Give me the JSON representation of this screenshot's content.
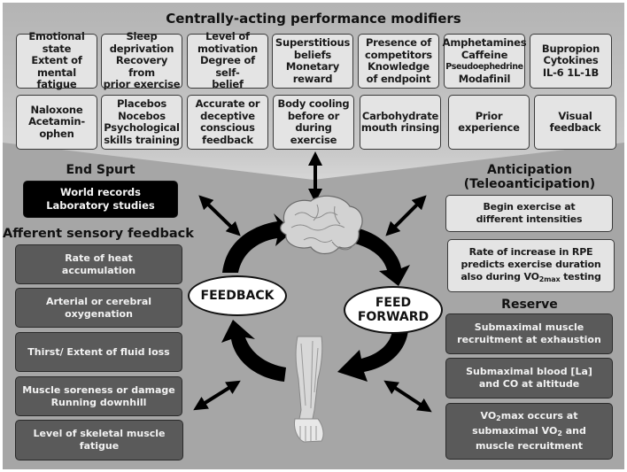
{
  "title": "Centrally-acting performance modifiers",
  "central_modifiers": {
    "row1": [
      "Emotional\nstate\nExtent of\nmental fatigue",
      "Sleep\ndeprivation\nRecovery from\nprior exercise",
      "Level of\nmotivation\nDegree of self-\nbelief",
      "Superstitious\nbeliefs\nMonetary\nreward",
      "Presence of\ncompetitors\nKnowledge\nof endpoint",
      "Amphetamines\nCaffeine",
      "Bupropion\nCytokines\nIL-6   1L-1B"
    ],
    "amphetamines_extra": [
      "Pseudoephedrine",
      "Modafinil"
    ],
    "row2": [
      "Naloxone\nAcetamin-\nophen",
      "Placebos\nNocebos\nPsychological\nskills training",
      "Accurate or\ndeceptive\nconscious\nfeedback",
      "Body cooling\nbefore or\nduring\nexercise",
      "Carbohydrate\nmouth rinsing",
      "Prior\nexperience",
      "Visual\nfeedback"
    ]
  },
  "end_spurt": {
    "heading": "End Spurt",
    "box": "World records\nLaboratory studies"
  },
  "afferent": {
    "heading": "Afferent sensory feedback",
    "items": [
      "Rate of heat\naccumulation",
      "Arterial or cerebral\noxygenation",
      "Thirst/ Extent of fluid loss",
      "Muscle soreness or damage\nRunning downhill",
      "Level of skeletal muscle\nfatigue"
    ]
  },
  "anticipation": {
    "heading": "Anticipation\n(Teleoanticipation)",
    "items": [
      "Begin exercise at\ndifferent intensities"
    ],
    "rpe": {
      "line1": "Rate of increase in RPE",
      "line2": "predicts exercise duration",
      "line3_pre": "also during VO",
      "line3_sub": "2max",
      "line3_post": " testing"
    }
  },
  "reserve": {
    "heading": "Reserve",
    "items": [
      "Submaximal muscle\nrecruitment at exhaustion",
      "Submaximal blood [La]\nand CO at altitude"
    ],
    "vo2": {
      "l1_pre": "VO",
      "l1_sub": "2",
      "l1_post": "max occurs at",
      "l2_pre": "submaximal VO",
      "l2_sub": "2",
      "l2_post": " and",
      "l3": "muscle recruitment"
    }
  },
  "cycle": {
    "feedback_label": "FEEDBACK",
    "feedforward_label": "FEED\nFORWARD",
    "brain_icon": "brain-icon",
    "leg_icon": "leg-anatomy-icon"
  },
  "colors": {
    "background": "#a6a6a6",
    "top_panel": "#c8c8c8",
    "light_box": "#e4e4e4",
    "dark_box": "#5a5a5a",
    "black_box": "#000000"
  }
}
